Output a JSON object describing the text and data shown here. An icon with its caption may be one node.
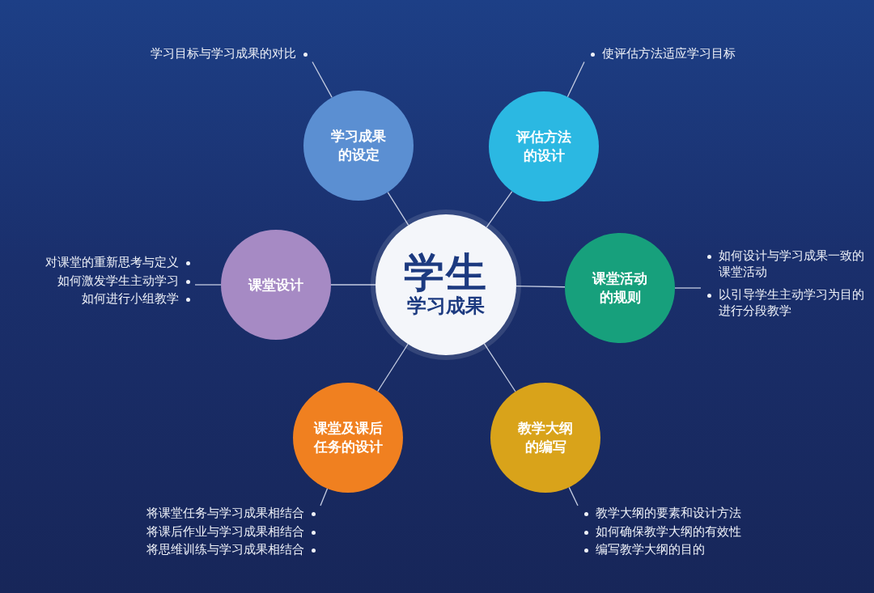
{
  "diagram": {
    "nodes": [
      {
        "text": [
          "学生",
          "学习成果"
        ]
      },
      {
        "text": [
          "学习成果的设定"
        ]
      },
      {
        "text": [
          "评估方法的设计"
        ]
      },
      {
        "text": [
          "课堂设计"
        ]
      },
      {
        "text": [
          "课堂活动的规则"
        ]
      },
      {
        "text": [
          "课堂及课后任务的设计"
        ]
      },
      {
        "text": [
          "教学大纲的编写"
        ]
      },
      {
        "text": [
          "学习目标与学习成果的对比"
        ]
      },
      {
        "text": [
          "使评估方法适应学习目标"
        ]
      },
      {
        "text": [
          "对课堂的重新思考与定义",
          "如何激发学生主动学习",
          "如何进行小组教学"
        ]
      },
      {
        "text": [
          "如何设计与学习成果一致的课堂活动",
          "以引导学生主动学习为目的进行分段教学"
        ]
      },
      {
        "text": [
          "将课堂任务与学习成果相结合",
          "将课后作业与学习成果相结合",
          "将思维训练与学习成果相结合"
        ]
      },
      {
        "text": [
          "教学大纲的要素和设计方法",
          "如何确保教学大纲的有效性",
          "编写教学大纲的目的"
        ]
      }
    ],
    "edges": [
      {
        "from": 0,
        "to": 1,
        "arrow": "none"
      },
      {
        "from": 0,
        "to": 2,
        "arrow": "none"
      },
      {
        "from": 0,
        "to": 3,
        "arrow": "none"
      },
      {
        "from": 0,
        "to": 4,
        "arrow": "none"
      },
      {
        "from": 0,
        "to": 5,
        "arrow": "none"
      },
      {
        "from": 0,
        "to": 6,
        "arrow": "none"
      },
      {
        "from": 1,
        "to": 7,
        "arrow": "none"
      },
      {
        "from": 2,
        "to": 8,
        "arrow": "none"
      },
      {
        "from": 3,
        "to": 9,
        "arrow": "none"
      },
      {
        "from": 4,
        "to": 10,
        "arrow": "none"
      },
      {
        "from": 5,
        "to": 11,
        "arrow": "none"
      },
      {
        "from": 6,
        "to": 12,
        "arrow": "none"
      }
    ]
  }
}
